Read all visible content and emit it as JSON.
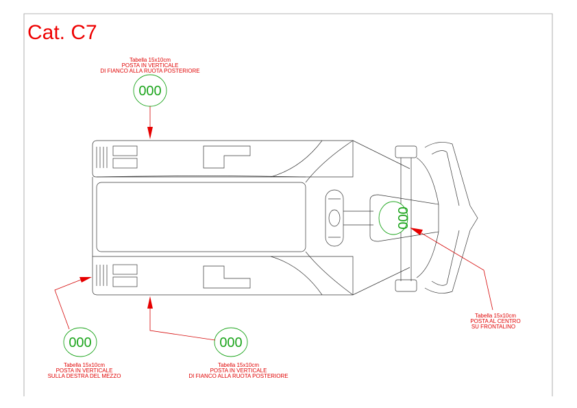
{
  "title": "Cat. C7",
  "plate_number": "000",
  "notes": {
    "top": [
      "Tabella 15x10cm",
      "POSTA IN VERTICALE",
      "DI FIANCO ALLA RUOTA POSTERIORE"
    ],
    "bottom_left": [
      "Tabella 15x10cm",
      "POSTA IN VERTICALE",
      "SULLA DESTRA DEL MEZZO"
    ],
    "bottom_center": [
      "Tabella 15x10cm",
      "POSTA IN VERTICALE",
      "DI FIANCO ALLA RUOTA POSTERIORE"
    ],
    "right": [
      "Tabella 15x10cm",
      "POSTA AL CENTRO",
      "SU FRONTALINO"
    ]
  },
  "colors": {
    "title": "#ee0000",
    "annotation": "#e00000",
    "plate": "#1aa41a",
    "outline": "#333333"
  }
}
